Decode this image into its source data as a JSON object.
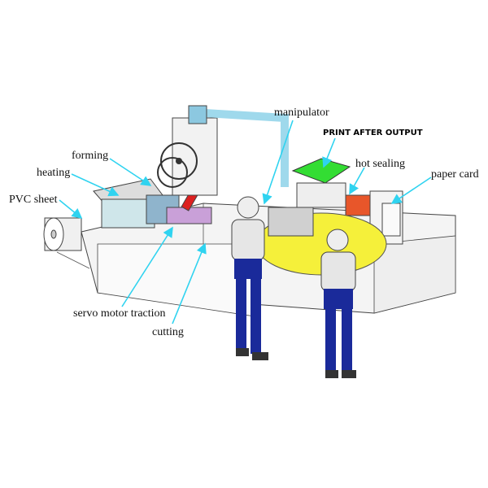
{
  "labels": {
    "pvc_sheet": "PVC sheet",
    "heating": "heating",
    "forming": "forming",
    "manipulator": "manipulator",
    "print_after_output": "PRINT AFTER OUTPUT",
    "hot_sealing": "hot sealing",
    "paper_card": "paper card",
    "servo_motor_traction": "servo motor traction",
    "cutting": "cutting"
  },
  "colors": {
    "arrow": "#2fd3f0",
    "turntable": "#f5f03a",
    "print_unit": "#33dd33",
    "hot_sealing_unit": "#e8562a",
    "worker_uniform": "#1a2a9a",
    "cutter_roller": "#dd2020"
  }
}
